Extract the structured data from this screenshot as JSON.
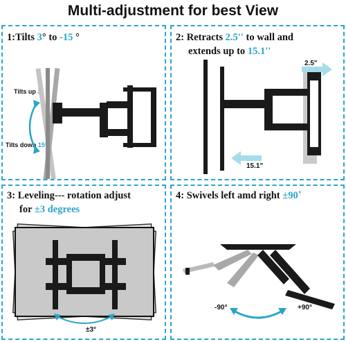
{
  "title": "Multi-adjustment for best View",
  "panel1": {
    "caption_prefix": "1:Tilts ",
    "tilt_up_value": "3",
    "caption_mid": "° to ",
    "tilt_down_value": "-15",
    "caption_suffix": " °",
    "tilts_up_text": "Tilts up ",
    "tilts_up_value": "3°",
    "tilts_down_text": "Tilts down ",
    "tilts_down_value": "15°"
  },
  "panel2": {
    "line1_prefix": "2: Retracts ",
    "retract_value": "2.5''",
    "line1_suffix": " to wall and",
    "line2_prefix": "extends up to ",
    "extend_value": "15.1''",
    "label_retract": "2.5\"",
    "label_extend": "15.1\""
  },
  "panel3": {
    "line1": "3: Leveling--- rotation adjust",
    "line2_prefix": "for ",
    "degrees_value": "±3 degrees",
    "rotation_label": "±3°"
  },
  "panel4": {
    "caption_prefix": "4: Swivels left amd right ",
    "swivel_value": "±90˚",
    "left_label": "-90°",
    "right_label": "+90°"
  },
  "colors": {
    "accent": "#2aa4c8",
    "mount": "#1a1a1a",
    "tv_gray": "#b9b9b9"
  }
}
